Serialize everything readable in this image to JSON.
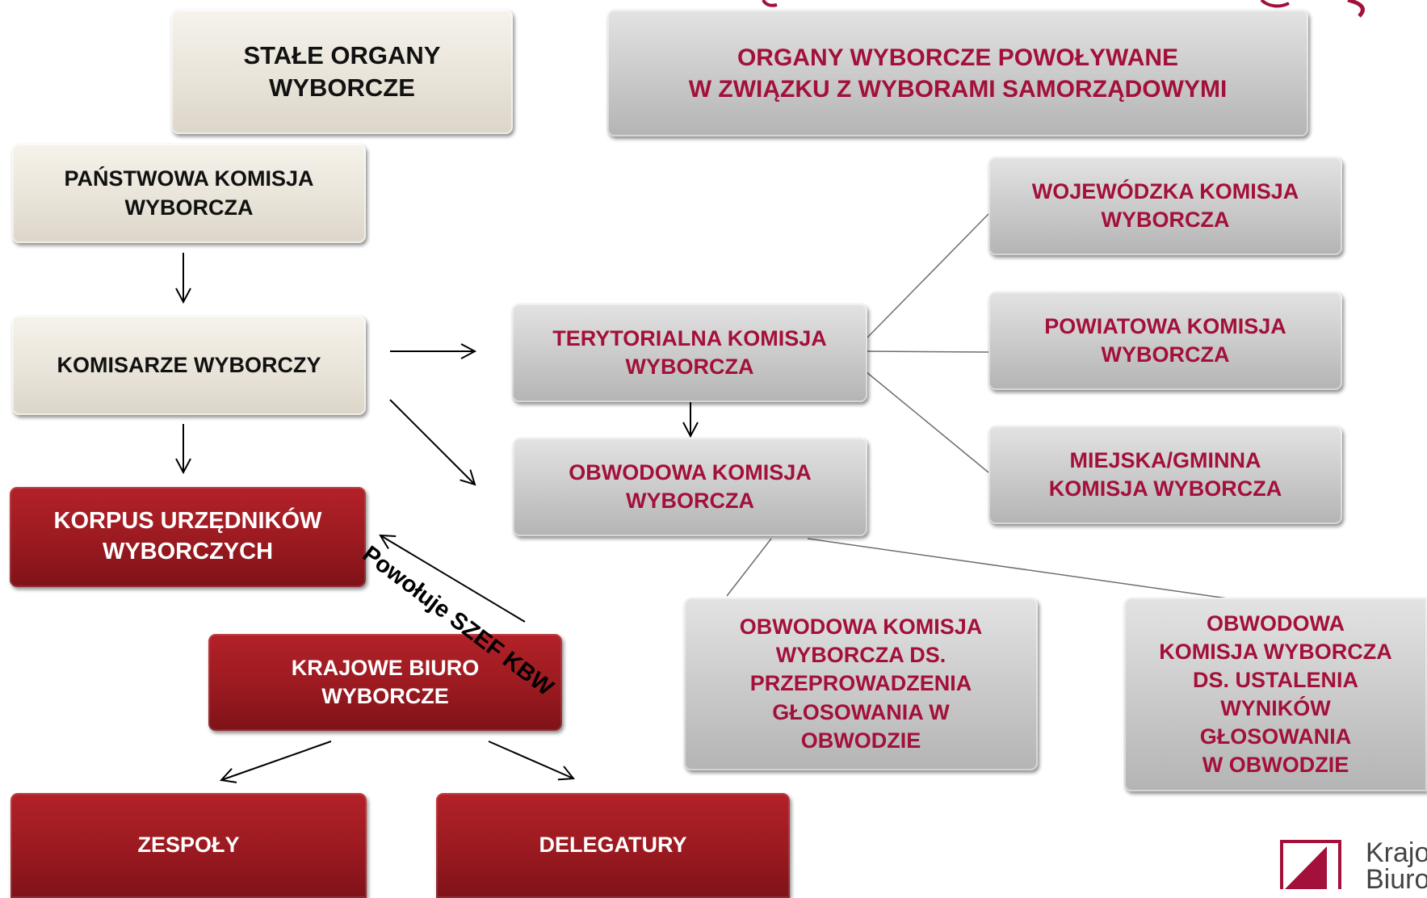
{
  "boxes": {
    "stale_organy": "STAŁE ORGANY\nWYBORCZE",
    "organy_powolywane": "ORGANY WYBORCZE POWOŁYWANE\nW ZWIĄZKU Z WYBORAMI SAMORZĄDOWYMI",
    "pkw": "PAŃSTWOWA KOMISJA\nWYBORCZA",
    "komisarze": "KOMISARZE WYBORCZY",
    "korpus": "KORPUS URZĘDNIKÓW\nWYBORCZYCH",
    "kbw": "KRAJOWE BIURO\nWYBORCZE",
    "zespoly": "ZESPOŁY",
    "delegatury": "DELEGATURY",
    "terytorialna": "TERYTORIALNA  KOMISJA\nWYBORCZA",
    "obwodowa": "OBWODOWA KOMISJA\nWYBORCZA",
    "wojewodzka": "WOJEWÓDZKA  KOMISJA\nWYBORCZA",
    "powiatowa": "POWIATOWA  KOMISJA\nWYBORCZA",
    "miejska": "MIEJSKA/GMINNA\nKOMISJA  WYBORCZA",
    "obw_przeprowadzenia": "OBWODOWA KOMISJA\nWYBORCZA DS.\nPRZEPROWADZENIA\nGŁOSOWANIA W\nOBWODZIE",
    "obw_ustalenia": "OBWODOWA\nKOMISJA  WYBORCZA\nDS. USTALENIA\nWYNIKÓW\nGŁOSOWANIA\nW OBWODZIE"
  },
  "annotation": "Powołuje SZEF KBW",
  "logo": {
    "text": "Krajo\nBiuro",
    "icon": "kbw-logo-icon"
  },
  "colors": {
    "accent_red": "#a3103a",
    "box_red": "#9a1a20",
    "beige": "#e9e4d9",
    "gray": "#c9c9c9"
  }
}
